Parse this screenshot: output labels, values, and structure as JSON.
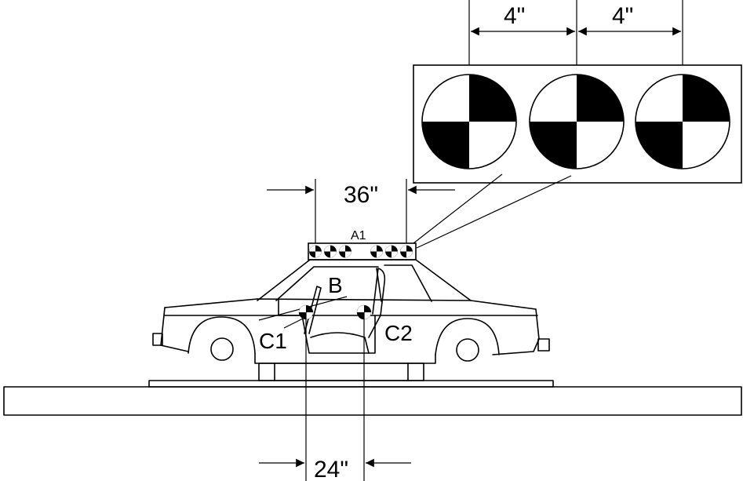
{
  "labels": {
    "spacing_left": "4\"",
    "spacing_right": "4\"",
    "bar_width": "36\"",
    "bar_id": "A1",
    "point_b": "B",
    "point_c1": "C1",
    "point_c2": "C2",
    "seat_spacing": "24\""
  },
  "colors": {
    "ink": "#000000",
    "paper": "#ffffff"
  },
  "icons": {
    "target": "quadrant-target-icon",
    "arrow": "dimension-arrow-icon"
  }
}
